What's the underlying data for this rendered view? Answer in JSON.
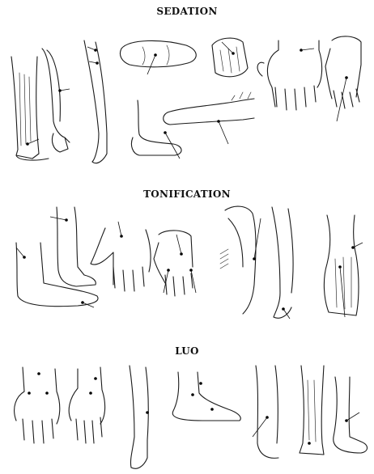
{
  "sections": [
    {
      "title": "SEDATION"
    },
    {
      "title": "TONIFICATION"
    },
    {
      "title": "LUO"
    }
  ],
  "colors": {
    "ink": "#1a1a1a",
    "background": "#ffffff"
  }
}
